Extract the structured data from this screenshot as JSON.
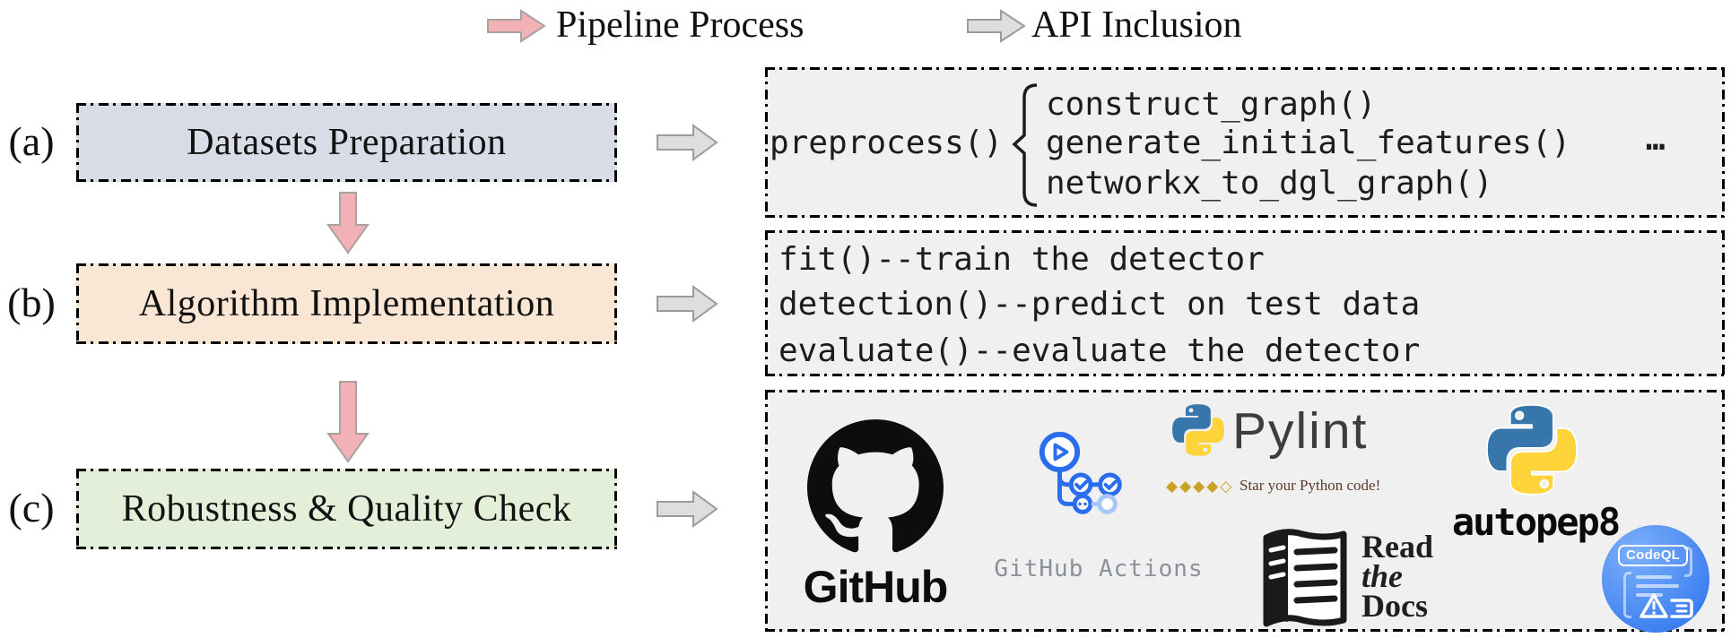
{
  "legend": {
    "pipeline_label": "Pipeline Process",
    "api_label": "API Inclusion"
  },
  "rows": [
    {
      "tag": "(a)",
      "stage": "Datasets Preparation"
    },
    {
      "tag": "(b)",
      "stage": "Algorithm Implementation"
    },
    {
      "tag": "(c)",
      "stage": "Robustness & Quality Check"
    }
  ],
  "api_box_a": {
    "caller": "preprocess()",
    "functions": [
      "construct_graph()",
      "generate_initial_features()",
      "networkx_to_dgl_graph()"
    ],
    "ellipsis": "…"
  },
  "api_box_b": {
    "lines": [
      "fit()--train the detector",
      "detection()--predict on test data",
      "evaluate()--evaluate the detector"
    ]
  },
  "tools": {
    "github": "GitHub",
    "github_actions": "GitHub Actions",
    "pylint": "Pylint",
    "pylint_stars": "◆◆◆◆◇",
    "pylint_tagline": "Star your Python code!",
    "autopep8": "autopep8",
    "readthedocs": [
      "Read",
      "the",
      "Docs"
    ],
    "codeql": "CodeQL"
  },
  "colors": {
    "box_a_fill": "#d8dce6",
    "box_b_fill": "#f9e6d4",
    "box_c_fill": "#e4efda",
    "api_box_fill": "#f0f0f1",
    "pink_arrow": "#f2b1b5",
    "pink_arrow_border": "#a9a0a0",
    "gray_arrow": "#dedede",
    "gray_arrow_border": "#9b9b9b",
    "actions_blue": "#2b6def",
    "actions_blue_light": "#a7c7f9",
    "python_blue": "#3776ab",
    "python_yellow": "#ffd43b",
    "codeql_blue_1": "#7cb0fa",
    "codeql_blue_2": "#3b7ef0",
    "github_black": "#0d0d0d",
    "actions_text": "#8b9199",
    "pylint_text": "#3d3d3d",
    "pylint_gold": "#c9a227",
    "tagline_color": "#5a3928"
  }
}
